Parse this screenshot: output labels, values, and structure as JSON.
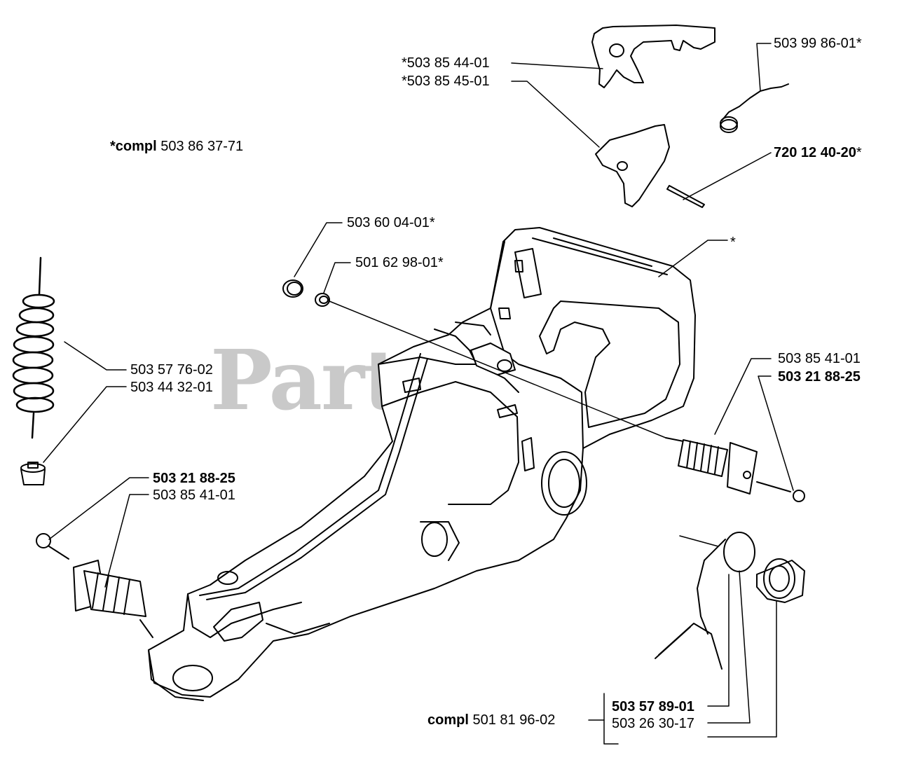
{
  "watermark": {
    "text": "PartsTree",
    "mark": "™"
  },
  "labels": {
    "l_503854401": "*503 85 44-01",
    "l_503854501": "*503 85 45-01",
    "l_503998601": "503 99 86-01*",
    "l_7201240": "720 12 40-20",
    "l_7201240_star": "*",
    "l_compl_pre": "*compl",
    "l_compl_num": "503 86 37-71",
    "l_503600401": "503 60 04-01*",
    "l_501629801": "501 62 98-01*",
    "l_star": "*",
    "l_503577602": "503 57 76-02",
    "l_503443201": "503 44 32-01",
    "l_503854101_r": "503 85 41-01",
    "l_503218825_r": "503 21 88-25",
    "l_503218825_l": "503 21 88-25",
    "l_503854101_l": "503 85 41-01",
    "l_503578901": "503 57 89-01",
    "l_compl2_pre": "compl",
    "l_compl2_num": "501 81 96-02",
    "l_503263017": "503 26 30-17"
  }
}
